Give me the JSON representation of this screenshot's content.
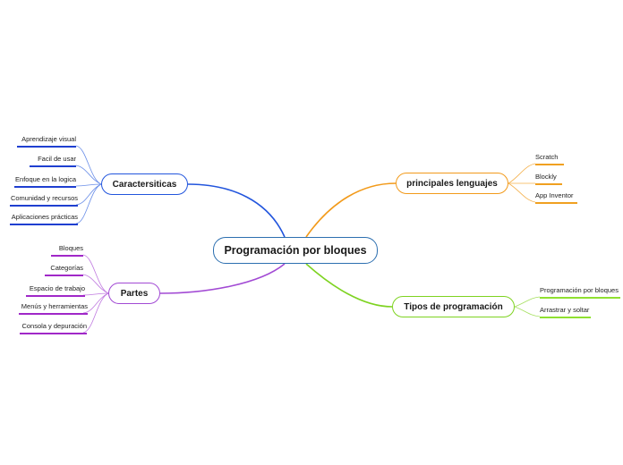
{
  "central": {
    "label": "Programación por bloques"
  },
  "branches": {
    "caracteristicas": {
      "label": "Caractersiticas",
      "color": "#2255dd",
      "leaf_color": "#1f3fd0",
      "leaves": [
        "Aprendizaje visual",
        "Facil de usar",
        "Enfoque en la logica",
        "Comunidad y recursos",
        "Aplicaciones  prácticas"
      ]
    },
    "partes": {
      "label": "Partes",
      "color": "#a24ad4",
      "leaf_color": "#a028c8",
      "leaves": [
        "Bloques",
        "Categorías",
        "Espacio de trabajo",
        "Menús y herramientas",
        "Consola y depuración"
      ]
    },
    "lenguajes": {
      "label": "principales lenguajes",
      "color": "#f29a1a",
      "leaf_color": "#f0a020",
      "leaves": [
        "Scratch",
        "Blockly",
        "App Inventor"
      ]
    },
    "tipos": {
      "label": "Tipos de programación",
      "color": "#7ed321",
      "leaf_color": "#8fe030",
      "leaves": [
        "Programación por bloques",
        "Arrastrar y soltar"
      ]
    }
  }
}
